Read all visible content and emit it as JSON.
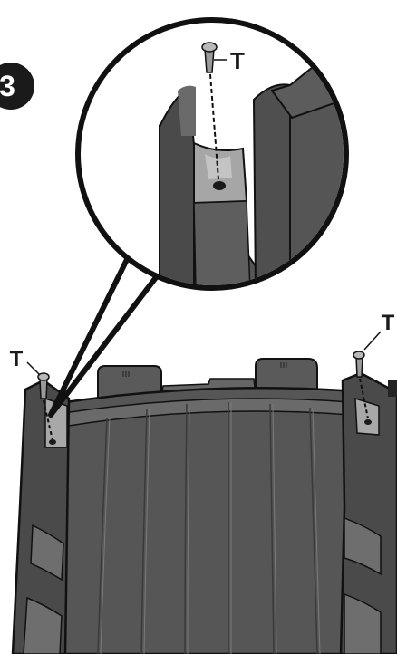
{
  "step": {
    "number": "3"
  },
  "screw_labels": {
    "callout": "T",
    "left": "T",
    "right": "T"
  },
  "colors": {
    "part_dark": "#4a4a4a",
    "part_mid": "#5c5c5c",
    "part_light": "#8a8a8a",
    "outline": "#111111",
    "screw": "#9a9a9a"
  }
}
